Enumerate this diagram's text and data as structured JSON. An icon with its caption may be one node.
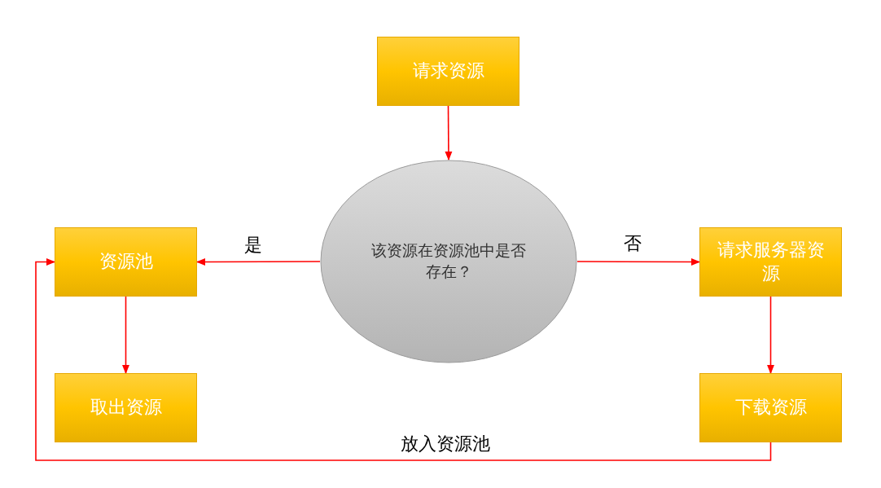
{
  "diagram": {
    "nodes": [
      {
        "text": [
          "请求资源"
        ]
      },
      {
        "text": [
          "该资源在资源池中是否存在？"
        ]
      },
      {
        "text": [
          "资源池"
        ]
      },
      {
        "text": [
          "请求服务器资源"
        ]
      },
      {
        "text": [
          "取出资源"
        ]
      },
      {
        "text": [
          "下载资源"
        ]
      }
    ],
    "edges": [
      {
        "from": 0,
        "to": 1,
        "arrow": "to"
      },
      {
        "from": 1,
        "to": 2,
        "arrow": "to",
        "label": "是"
      },
      {
        "from": 1,
        "to": 3,
        "arrow": "to",
        "label": "否"
      },
      {
        "from": 2,
        "to": 4,
        "arrow": "to"
      },
      {
        "from": 3,
        "to": 5,
        "arrow": "to"
      },
      {
        "from": 5,
        "to": 2,
        "arrow": "to",
        "label": "放入资源池"
      }
    ]
  }
}
